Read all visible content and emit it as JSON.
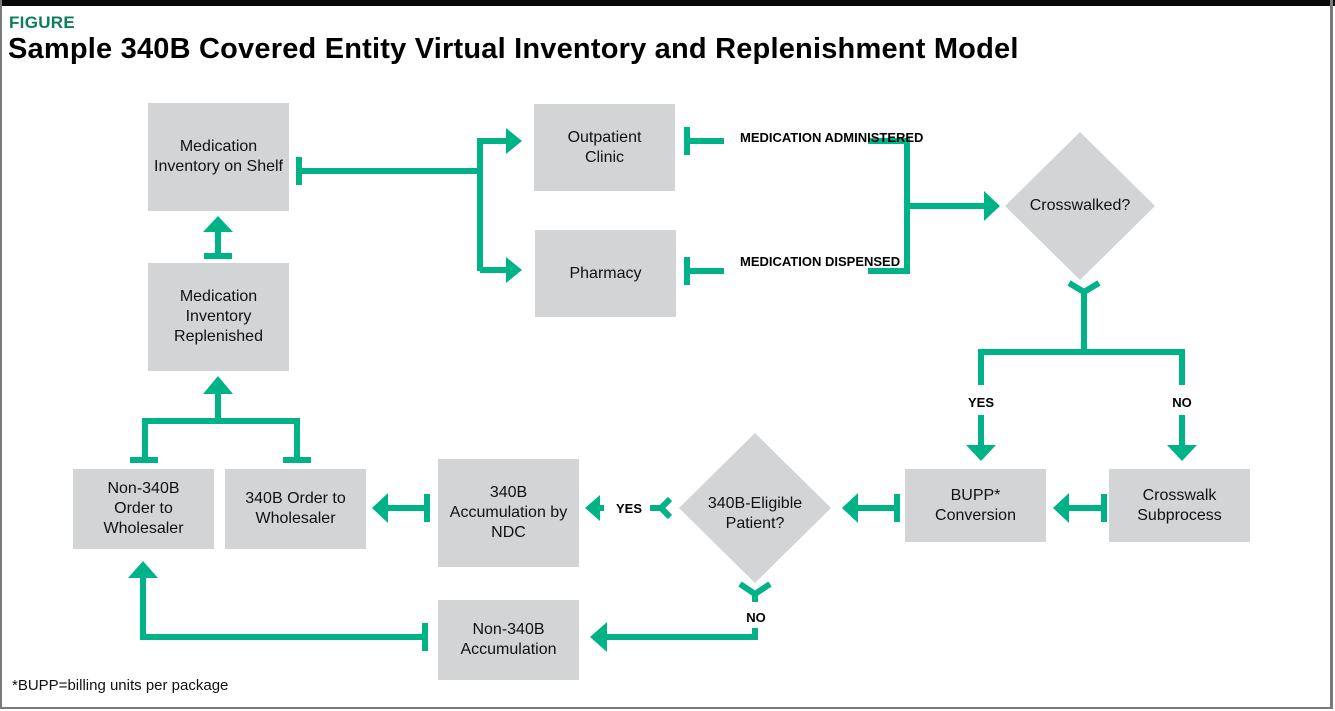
{
  "figure": {
    "label": "FIGURE",
    "title": "Sample 340B Covered Entity Virtual Inventory and Replenishment Model",
    "footnote": "*BUPP=billing units per package"
  },
  "colors": {
    "connector": "#00b386",
    "node_fill": "#d3d4d6",
    "figure_label": "#0c7f5a"
  },
  "nodes": {
    "inventory_on_shelf": "Medication Inventory on Shelf",
    "inventory_replenished": "Medication Inventory Replenished",
    "outpatient_clinic": "Outpatient Clinic",
    "pharmacy": "Pharmacy",
    "crosswalked": "Crosswalked?",
    "bupp_conversion": "BUPP* Conversion",
    "crosswalk_subprocess": "Crosswalk Subprocess",
    "eligible_patient": "340B-Eligible Patient?",
    "accumulation_ndc": "340B Accumulation by NDC",
    "non340b_accumulation": "Non-340B Accumulation",
    "order_340b": "340B Order to Wholesaler",
    "order_non340b": "Non-340B Order to Wholesaler"
  },
  "edge_labels": {
    "administered": "MEDICATION ADMINISTERED",
    "dispensed": "MEDICATION DISPENSED",
    "crosswalk_yes": "YES",
    "crosswalk_no": "NO",
    "eligible_yes": "YES",
    "eligible_no": "NO"
  }
}
